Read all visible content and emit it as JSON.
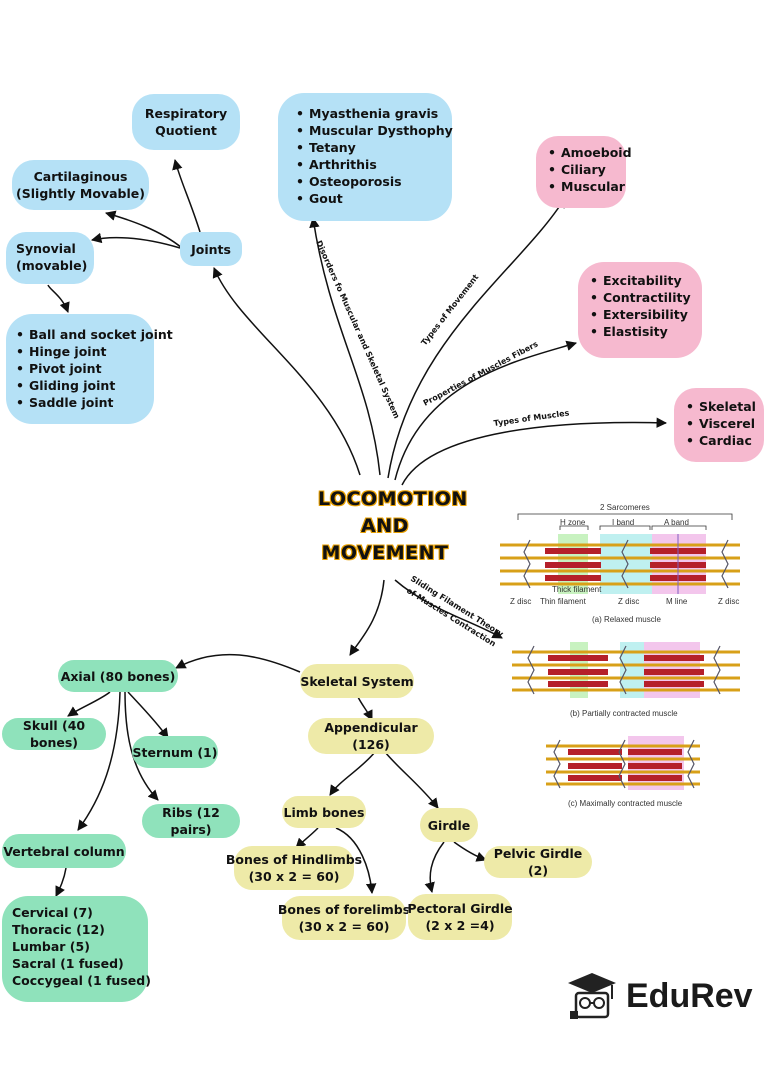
{
  "title": [
    "LOCOMOTION",
    "AND",
    "MOVEMENT"
  ],
  "edge_labels": {
    "disorders": "Disorders fo Muscular and Skeletal System",
    "types_movement": "Types of Movement",
    "properties": "Properties of Muscles Fibers",
    "types_muscles": "Types of Muscles",
    "sliding": [
      "Sliding Filament Theory",
      "of Muscles Contraction"
    ]
  },
  "blue_nodes": {
    "respiratory": [
      "Respiratory",
      "Quotient"
    ],
    "disorders": [
      "Myasthenia gravis",
      "Muscular Dysthophy",
      "Tetany",
      "Arthrithis",
      "Osteoporosis",
      "Gout"
    ],
    "cartilaginous": [
      "Cartilaginous",
      "(Slightly Movable)"
    ],
    "joints": "Joints",
    "synovial": [
      "Synovial",
      "(movable)"
    ],
    "synovial_types": [
      "Ball and socket joint",
      "Hinge joint",
      "Pivot joint",
      "Gliding joint",
      "Saddle joint"
    ]
  },
  "pink_nodes": {
    "movement_types": [
      "Amoeboid",
      "Ciliary",
      "Muscular"
    ],
    "properties": [
      "Excitability",
      "Contractility",
      "Extersibility",
      "Elastisity"
    ],
    "muscle_types": [
      "Skeletal",
      "Viscerel",
      "Cardiac"
    ]
  },
  "green_nodes": {
    "axial": "Axial (80 bones)",
    "skull": "Skull (40 bones)",
    "sternum": "Sternum (1)",
    "ribs": "Ribs (12 pairs)",
    "vertebral": "Vertebral column",
    "vertebrae": [
      "Cervical (7)",
      "Thoracic (12)",
      "Lumbar (5)",
      "Sacral (1 fused)",
      "Coccygeal (1 fused)"
    ]
  },
  "yellow_nodes": {
    "skeletal": "Skeletal System",
    "appendicular": "Appendicular (126)",
    "limb": "Limb bones",
    "girdle": "Girdle",
    "hindlimbs": [
      "Bones of Hindlimbs",
      "(30 x 2 = 60)"
    ],
    "forelimbs": [
      "Bones of forelimbs",
      "(30 x 2 = 60)"
    ],
    "pelvic": "Pelvic Girdle (2)",
    "pectoral": [
      "Pectoral Girdle",
      "(2 x 2 =4)"
    ]
  },
  "diagram": {
    "sarcomeres": "2 Sarcomeres",
    "h_zone": "H zone",
    "i_band": "I band",
    "a_band": "A band",
    "thick": "Thick filament",
    "thin": "Thin filament",
    "z_disc": "Z disc",
    "m_line": "M line",
    "cap_a": "(a) Relaxed muscle",
    "cap_b": "(b) Partially contracted muscle",
    "cap_c": "(c) Maximally contracted muscle"
  },
  "logo": "EduRev",
  "colors": {
    "blue": "#b5e1f6",
    "pink": "#f6b9cf",
    "green": "#8fe2bb",
    "yellow": "#eeeaa8",
    "title_outline": "#e8a000"
  }
}
